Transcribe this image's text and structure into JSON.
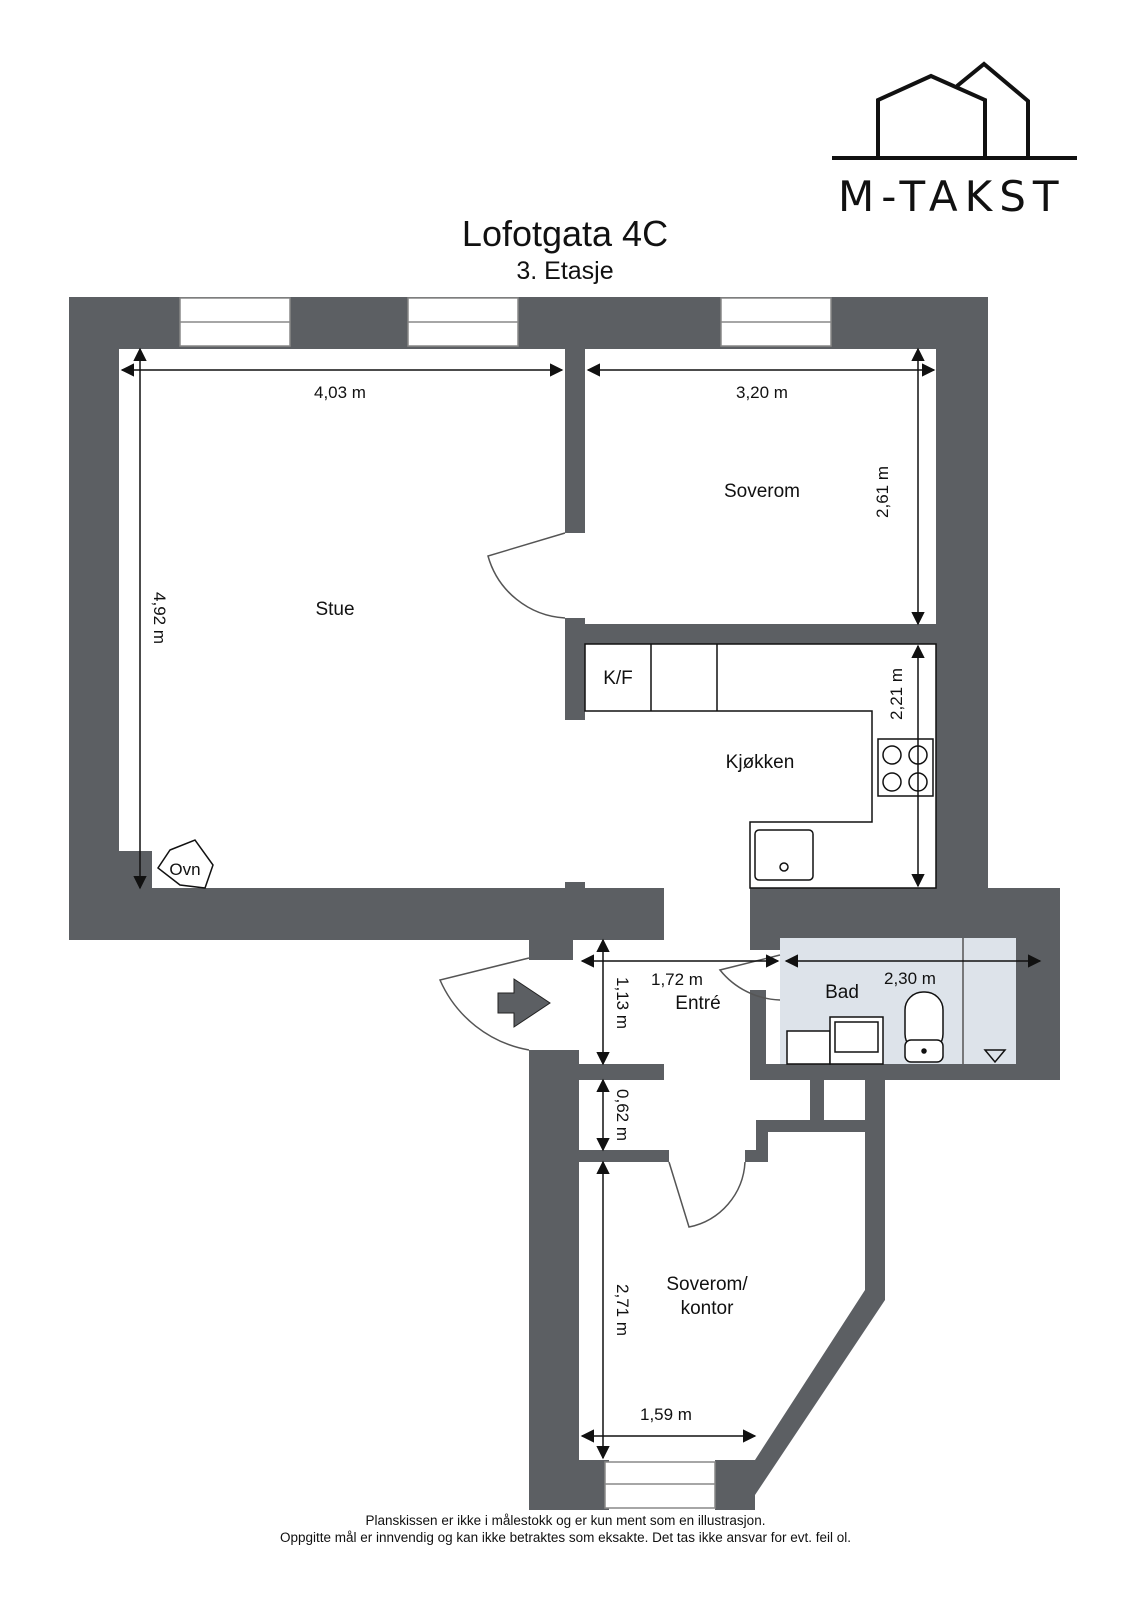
{
  "brand": {
    "name": "M-TAKST",
    "logo_icon": "two-houses-outline-icon"
  },
  "header": {
    "address": "Lofotgata 4C",
    "floor": "3. Etasje"
  },
  "colors": {
    "wall": "#5c5f63",
    "bath_floor": "#dde3ea",
    "line": "#111111",
    "background": "#ffffff"
  },
  "rooms": [
    {
      "id": "stue",
      "label": "Stue"
    },
    {
      "id": "soverom",
      "label": "Soverom"
    },
    {
      "id": "kjokken",
      "label": "Kjøkken"
    },
    {
      "id": "entre",
      "label": "Entré"
    },
    {
      "id": "bad",
      "label": "Bad"
    },
    {
      "id": "soverom2",
      "label_line1": "Soverom/",
      "label_line2": "kontor"
    }
  ],
  "fixtures": {
    "fridge": "K/F",
    "stove_heater": "Ovn"
  },
  "dimensions": {
    "stue_width": "4,03 m",
    "stue_depth": "4,92 m",
    "soverom_width": "3,20 m",
    "soverom_depth": "2,61 m",
    "kjokken_depth": "2,21 m",
    "entre_width": "1,72 m",
    "entre_depth": "1,13 m",
    "bad_width": "2,30 m",
    "corridor_depth": "0,62 m",
    "soverom2_depth": "2,71 m",
    "soverom2_width": "1,59 m"
  },
  "disclaimer": {
    "line1": "Planskissen er ikke i målestokk og er kun ment som en illustrasjon.",
    "line2": "Oppgitte mål er innvendig og kan ikke betraktes som eksakte. Det tas ikke ansvar for evt. feil ol."
  }
}
